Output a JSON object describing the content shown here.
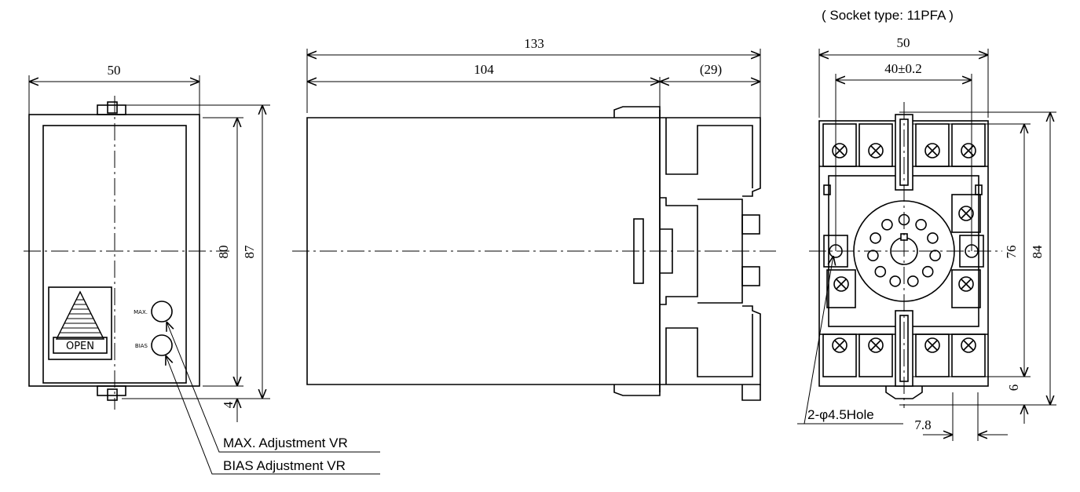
{
  "socket_type": "( Socket type: 11PFA )",
  "front_view": {
    "width_dim": "50",
    "face_height_dim": "80",
    "overall_height_dim": "87",
    "clip_dim": "4",
    "max_knob_label": "MAX.",
    "bias_knob_label": "BIAS",
    "cover_label": "OPEN"
  },
  "side_view": {
    "total_length_dim": "133",
    "body_length_dim": "104",
    "socket_depth_dim": "(29)"
  },
  "socket_view": {
    "width_dim": "50",
    "hole_pitch_dim": "40±0.2",
    "inner_height_dim": "76",
    "outer_height_dim": "84",
    "bottom_offset_dim": "6",
    "foot_width_dim": "7.8",
    "hole_note": "2-φ4.5Hole"
  },
  "callouts": {
    "max_vr": "MAX. Adjustment VR",
    "bias_vr": "BIAS Adjustment VR"
  }
}
